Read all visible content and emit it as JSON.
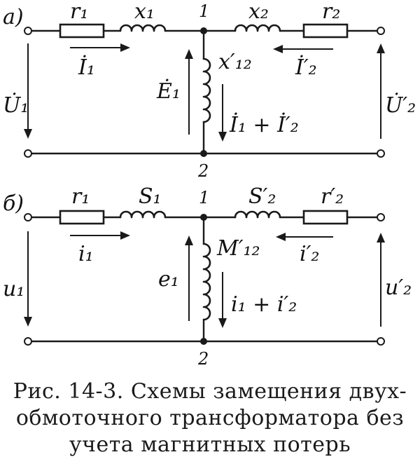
{
  "circuit_a": {
    "tag": "а)",
    "resistor_left": "r₁",
    "inductor_left": "x₁",
    "inductor_right": "x₂",
    "resistor_right": "r₂",
    "mutual": "x′₁₂",
    "node_top": "1",
    "node_bottom": "2",
    "current_left": "İ₁",
    "current_right": "İ′₂",
    "emf": "Ė₁",
    "branch_current": "İ₁ + İ′₂",
    "voltage_left": "U̇₁",
    "voltage_right": "U̇′₂"
  },
  "circuit_b": {
    "tag": "б)",
    "resistor_left": "r₁",
    "inductor_left": "S₁",
    "inductor_right": "S′₂",
    "resistor_right": "r′₂",
    "mutual": "M′₁₂",
    "node_top": "1",
    "node_bottom": "2",
    "current_left": "i₁",
    "current_right": "i′₂",
    "emf": "e₁",
    "branch_current": "i₁ + i′₂",
    "voltage_left": "u₁",
    "voltage_right": "u′₂"
  },
  "caption": {
    "line1": "Рис. 14-3. Схемы замещения двух-",
    "line2": "обмоточного трансформатора без",
    "line3": "учета магнитных потерь"
  }
}
